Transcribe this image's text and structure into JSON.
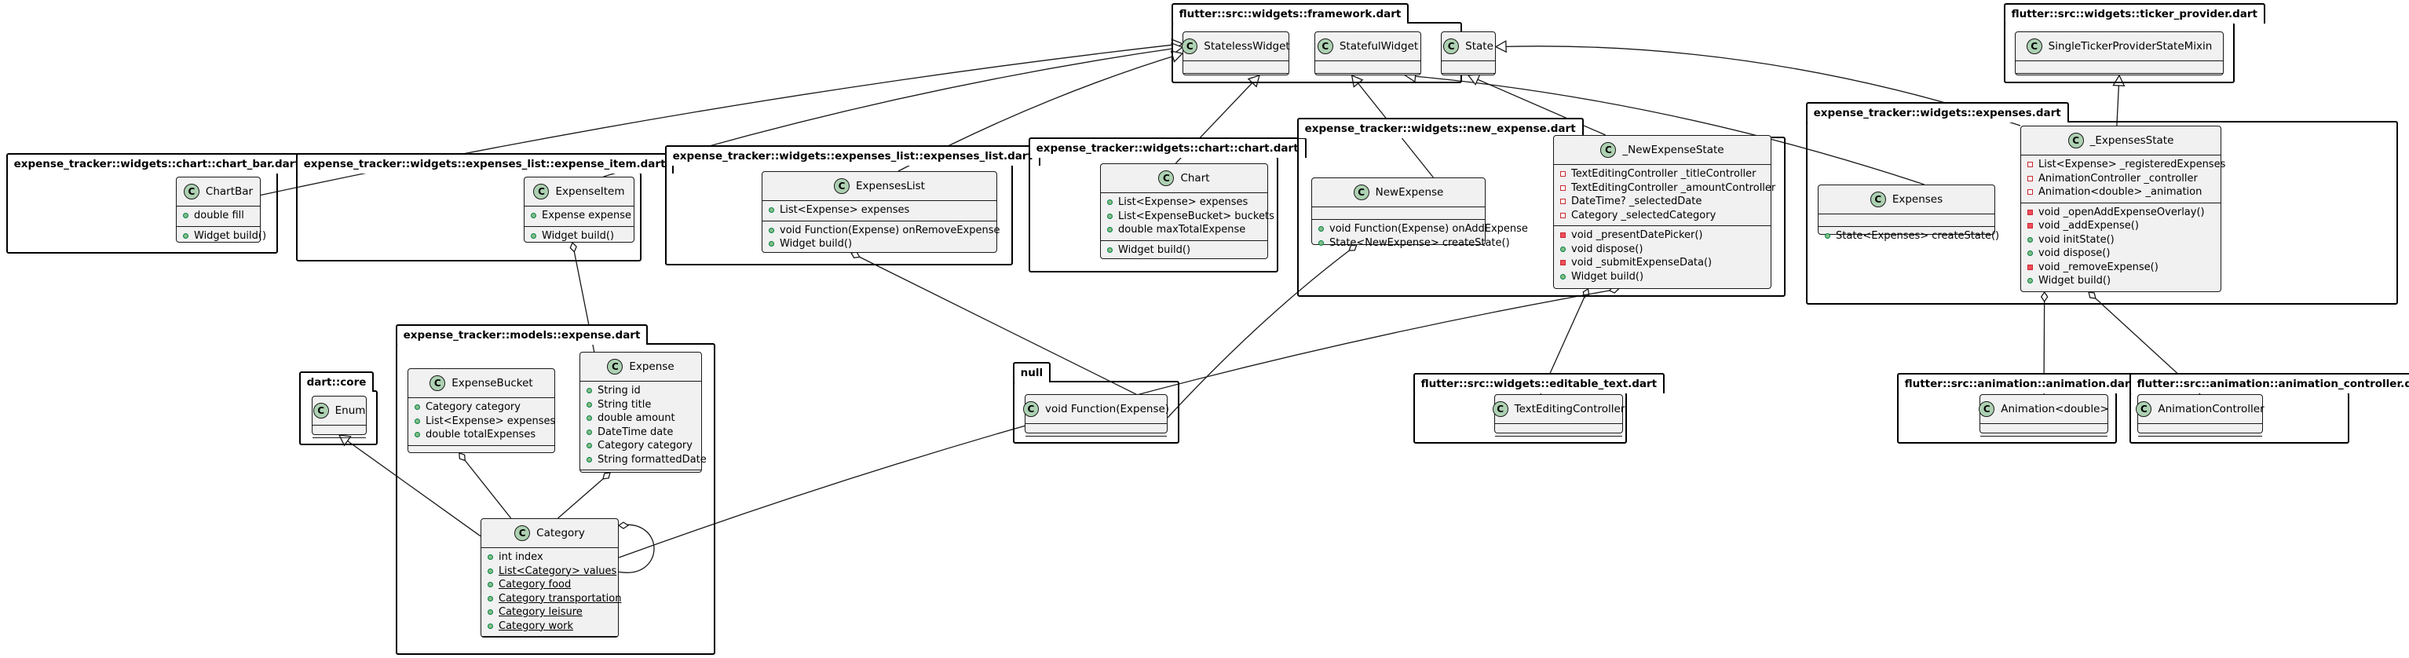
{
  "packages": [
    {
      "key": "framework",
      "name": "flutter::src::widgets::framework.dart"
    },
    {
      "key": "ticker",
      "name": "flutter::src::widgets::ticker_provider.dart"
    },
    {
      "key": "chartbar",
      "name": "expense_tracker::widgets::chart::chart_bar.dart"
    },
    {
      "key": "expitem",
      "name": "expense_tracker::widgets::expenses_list::expense_item.dart"
    },
    {
      "key": "explist",
      "name": "expense_tracker::widgets::expenses_list::expenses_list.dart"
    },
    {
      "key": "chart",
      "name": "expense_tracker::widgets::chart::chart.dart"
    },
    {
      "key": "newexp",
      "name": "expense_tracker::widgets::new_expense.dart"
    },
    {
      "key": "expenses",
      "name": "expense_tracker::widgets::expenses.dart"
    },
    {
      "key": "core",
      "name": "dart::core"
    },
    {
      "key": "model",
      "name": "expense_tracker::models::expense.dart"
    },
    {
      "key": "null",
      "name": "null"
    },
    {
      "key": "edit",
      "name": "flutter::src::widgets::editable_text.dart"
    },
    {
      "key": "anim",
      "name": "flutter::src::animation::animation.dart"
    },
    {
      "key": "animctl",
      "name": "flutter::src::animation::animation_controller.dart"
    }
  ],
  "classes": [
    {
      "key": "StatelessWidget",
      "name": "StatelessWidget",
      "sections": [
        [],
        []
      ]
    },
    {
      "key": "StatefulWidget",
      "name": "StatefulWidget",
      "sections": [
        [],
        []
      ]
    },
    {
      "key": "State",
      "name": "State",
      "sections": [
        [],
        []
      ]
    },
    {
      "key": "SingleTicker",
      "name": "SingleTickerProviderStateMixin",
      "sections": [
        [],
        []
      ]
    },
    {
      "key": "ChartBar",
      "name": "ChartBar",
      "sections": [
        [
          {
            "vis": "pub",
            "text": "double fill"
          }
        ],
        [
          {
            "vis": "pub",
            "text": "Widget build()"
          }
        ]
      ]
    },
    {
      "key": "ExpenseItem",
      "name": "ExpenseItem",
      "sections": [
        [
          {
            "vis": "pub",
            "text": "Expense expense"
          }
        ],
        [
          {
            "vis": "pub",
            "text": "Widget build()"
          }
        ]
      ]
    },
    {
      "key": "ExpensesList",
      "name": "ExpensesList",
      "sections": [
        [
          {
            "vis": "pub",
            "text": "List<Expense> expenses"
          }
        ],
        [
          {
            "vis": "pub",
            "text": "void Function(Expense) onRemoveExpense"
          },
          {
            "vis": "pub",
            "text": "Widget build()"
          }
        ]
      ]
    },
    {
      "key": "Chart",
      "name": "Chart",
      "sections": [
        [
          {
            "vis": "pub",
            "text": "List<Expense> expenses"
          },
          {
            "vis": "pub",
            "text": "List<ExpenseBucket> buckets"
          },
          {
            "vis": "pub",
            "text": "double maxTotalExpense"
          }
        ],
        [
          {
            "vis": "pub",
            "text": "Widget build()"
          }
        ]
      ]
    },
    {
      "key": "NewExpense",
      "name": "NewExpense",
      "sections": [
        [],
        [
          {
            "vis": "pub",
            "text": "void Function(Expense) onAddExpense"
          },
          {
            "vis": "pub",
            "text": "State<NewExpense> createState()"
          }
        ]
      ]
    },
    {
      "key": "NewExpenseState",
      "name": "_NewExpenseState",
      "sections": [
        [
          {
            "vis": "priv",
            "text": "TextEditingController _titleController"
          },
          {
            "vis": "priv",
            "text": "TextEditingController _amountController"
          },
          {
            "vis": "priv",
            "text": "DateTime? _selectedDate"
          },
          {
            "vis": "priv",
            "text": "Category _selectedCategory"
          }
        ],
        [
          {
            "vis": "privm",
            "text": "void _presentDatePicker()"
          },
          {
            "vis": "pub",
            "text": "void dispose()"
          },
          {
            "vis": "privm",
            "text": "void _submitExpenseData()"
          },
          {
            "vis": "pub",
            "text": "Widget build()"
          }
        ]
      ]
    },
    {
      "key": "Expenses",
      "name": "Expenses",
      "sections": [
        [],
        [
          {
            "vis": "pub",
            "text": "State<Expenses> createState()"
          }
        ]
      ]
    },
    {
      "key": "ExpensesState",
      "name": "_ExpensesState",
      "sections": [
        [
          {
            "vis": "priv",
            "text": "List<Expense> _registeredExpenses"
          },
          {
            "vis": "priv",
            "text": "AnimationController _controller"
          },
          {
            "vis": "priv",
            "text": "Animation<double> _animation"
          }
        ],
        [
          {
            "vis": "privm",
            "text": "void _openAddExpenseOverlay()"
          },
          {
            "vis": "privm",
            "text": "void _addExpense()"
          },
          {
            "vis": "pub",
            "text": "void initState()"
          },
          {
            "vis": "pub",
            "text": "void dispose()"
          },
          {
            "vis": "privm",
            "text": "void _removeExpense()"
          },
          {
            "vis": "pub",
            "text": "Widget build()"
          }
        ]
      ]
    },
    {
      "key": "Enum",
      "name": "Enum",
      "sections": [
        [],
        []
      ]
    },
    {
      "key": "ExpenseBucket",
      "name": "ExpenseBucket",
      "sections": [
        [
          {
            "vis": "pub",
            "text": "Category category"
          },
          {
            "vis": "pub",
            "text": "List<Expense> expenses"
          },
          {
            "vis": "pub",
            "text": "double totalExpenses"
          }
        ],
        []
      ]
    },
    {
      "key": "Expense",
      "name": "Expense",
      "sections": [
        [
          {
            "vis": "pub",
            "text": "String id"
          },
          {
            "vis": "pub",
            "text": "String title"
          },
          {
            "vis": "pub",
            "text": "double amount"
          },
          {
            "vis": "pub",
            "text": "DateTime date"
          },
          {
            "vis": "pub",
            "text": "Category category"
          },
          {
            "vis": "pub",
            "text": "String formattedDate"
          }
        ],
        []
      ]
    },
    {
      "key": "Category",
      "name": "Category",
      "sections": [
        [
          {
            "vis": "pub",
            "text": "int index"
          },
          {
            "vis": "pub",
            "text": "List<Category> values",
            "static": true
          },
          {
            "vis": "pub",
            "text": "Category food",
            "static": true
          },
          {
            "vis": "pub",
            "text": "Category transportation",
            "static": true
          },
          {
            "vis": "pub",
            "text": "Category leisure",
            "static": true
          },
          {
            "vis": "pub",
            "text": "Category work",
            "static": true
          }
        ],
        []
      ]
    },
    {
      "key": "VoidFn",
      "name": "void Function(Expense)",
      "sections": [
        [],
        []
      ]
    },
    {
      "key": "TextEditingController",
      "name": "TextEditingController",
      "sections": [
        [],
        []
      ]
    },
    {
      "key": "AnimationDouble",
      "name": "Animation<double>",
      "sections": [
        [],
        []
      ]
    },
    {
      "key": "AnimationController",
      "name": "AnimationController",
      "sections": [
        [],
        []
      ]
    }
  ],
  "relations": [
    {
      "from": "ChartBar",
      "to": "StatelessWidget",
      "kind": "extends"
    },
    {
      "from": "ExpenseItem",
      "to": "StatelessWidget",
      "kind": "extends"
    },
    {
      "from": "ExpensesList",
      "to": "StatelessWidget",
      "kind": "extends"
    },
    {
      "from": "Chart",
      "to": "StatelessWidget",
      "kind": "extends"
    },
    {
      "from": "NewExpense",
      "to": "StatefulWidget",
      "kind": "extends"
    },
    {
      "from": "Expenses",
      "to": "StatefulWidget",
      "kind": "extends"
    },
    {
      "from": "NewExpenseState",
      "to": "State",
      "kind": "extends"
    },
    {
      "from": "ExpensesState",
      "to": "State",
      "kind": "extends"
    },
    {
      "from": "ExpensesState",
      "to": "SingleTicker",
      "kind": "extends"
    },
    {
      "from": "Category",
      "to": "Enum",
      "kind": "extends"
    },
    {
      "from": "ExpenseItem",
      "to": "Expense",
      "kind": "aggregation"
    },
    {
      "from": "ExpensesList",
      "to": "VoidFn",
      "kind": "aggregation"
    },
    {
      "from": "NewExpense",
      "to": "VoidFn",
      "kind": "aggregation"
    },
    {
      "from": "NewExpenseState",
      "to": "TextEditingController",
      "kind": "aggregation"
    },
    {
      "from": "NewExpenseState",
      "to": "Category",
      "kind": "aggregation"
    },
    {
      "from": "ExpensesState",
      "to": "AnimationDouble",
      "kind": "aggregation"
    },
    {
      "from": "ExpensesState",
      "to": "AnimationController",
      "kind": "aggregation"
    },
    {
      "from": "ExpenseBucket",
      "to": "Category",
      "kind": "aggregation"
    },
    {
      "from": "Expense",
      "to": "Category",
      "kind": "aggregation"
    },
    {
      "from": "Category",
      "to": "Category",
      "kind": "aggregation"
    }
  ]
}
